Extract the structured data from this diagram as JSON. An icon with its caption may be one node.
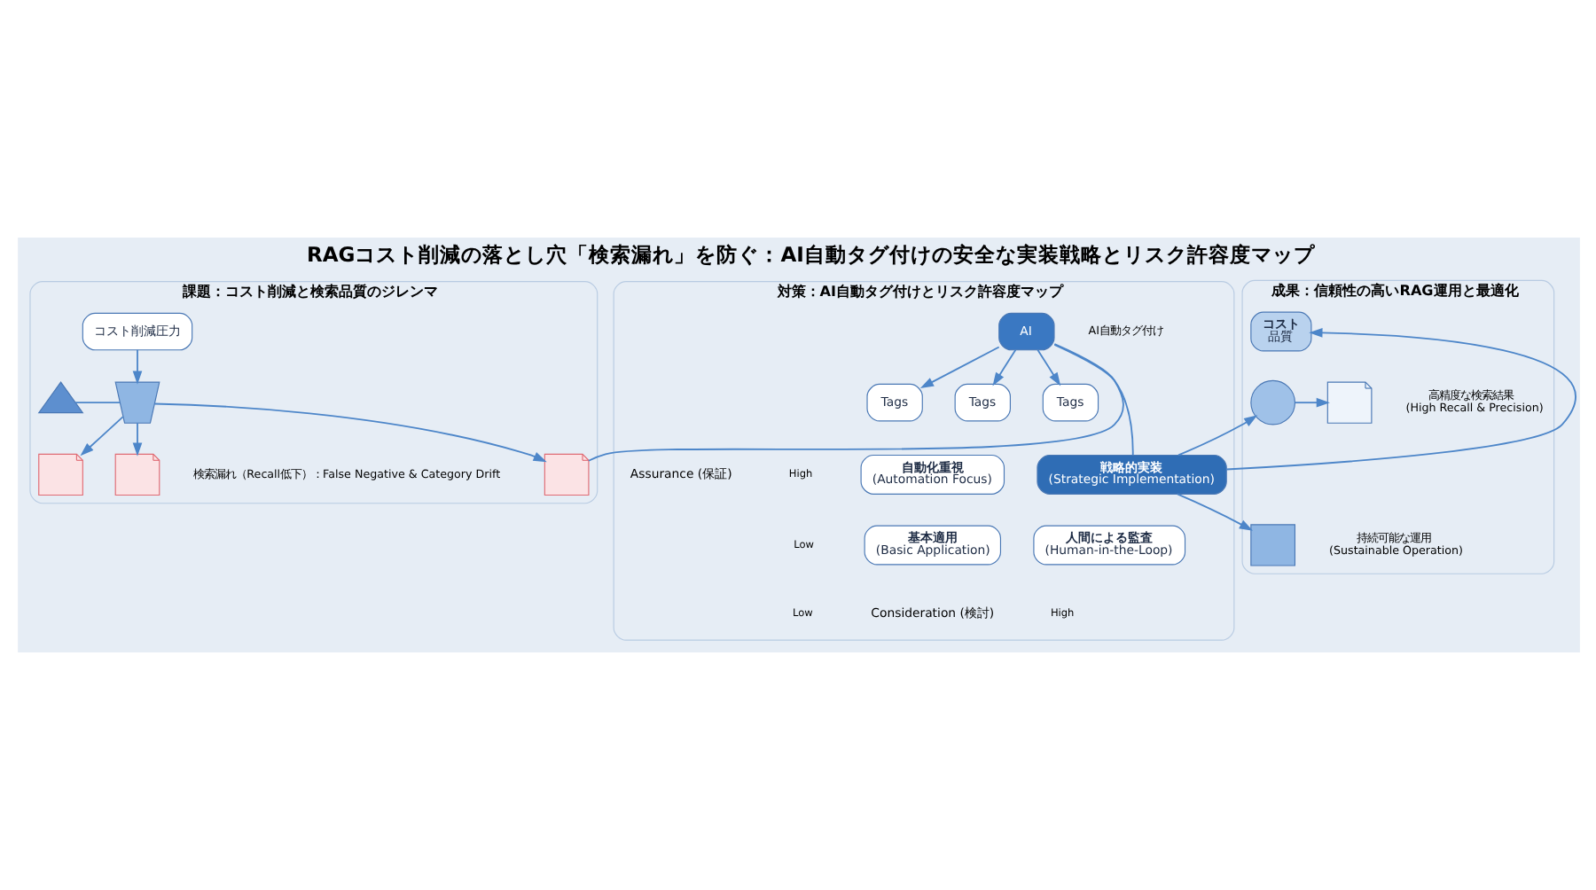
{
  "diagram": {
    "title": "RAGコスト削減の落とし穴「検索漏れ」を防ぐ：AI自動タグ付けの安全な実装戦略とリスク許容度マップ",
    "nodes": [
      {
        "text": [
          "課題：コスト削減と検索品質のジレンマ"
        ]
      },
      {
        "text": [
          "コスト削減圧力"
        ],
        "in": 0
      },
      {
        "text": [],
        "shape": "funnel",
        "in": 0
      },
      {
        "text": [],
        "shape": "triangle",
        "in": 0
      },
      {
        "text": [],
        "shape": "document",
        "in": 0
      },
      {
        "text": [],
        "shape": "document",
        "in": 0,
        "beside": [
          "検索漏れ（Recall低下）：False Negative & Category Drift"
        ]
      },
      {
        "text": [],
        "shape": "document",
        "in": 0
      },
      {
        "text": [
          "対策：AI自動タグ付けとリスク許容度マップ"
        ]
      },
      {
        "text": [
          "AI"
        ],
        "in": 7,
        "beside": [
          "AI自動タグ付け"
        ]
      },
      {
        "text": [
          "Tags"
        ],
        "in": 7
      },
      {
        "text": [
          "Tags"
        ],
        "in": 7
      },
      {
        "text": [
          "Tags"
        ],
        "in": 7
      },
      {
        "text": [
          "自動化重視",
          "(Automation Focus)"
        ],
        "in": 7
      },
      {
        "text": [
          "戦略的実装",
          "(Strategic Implementation)"
        ],
        "in": 7
      },
      {
        "text": [
          "基本適用",
          "(Basic Application)"
        ],
        "in": 7
      },
      {
        "text": [
          "人間による監査",
          "(Human-in-the-Loop)"
        ],
        "in": 7
      },
      {
        "text": [
          "成果：信頼性の高いRAG運用と最適化"
        ]
      },
      {
        "text": [
          "コスト",
          "品質"
        ],
        "in": 16
      },
      {
        "text": [],
        "shape": "circle",
        "in": 16
      },
      {
        "text": [],
        "shape": "document",
        "in": 16,
        "beside": [
          "高精度な検索結果",
          "(High Recall & Precision)"
        ]
      },
      {
        "text": [],
        "shape": "bar",
        "in": 16,
        "beside": [
          "持続可能な運用",
          "(Sustainable Operation)"
        ]
      }
    ],
    "edges": [
      {
        "from": 1,
        "to": 2,
        "arrow": "to"
      },
      {
        "from": 3,
        "to": 2,
        "arrow": "none"
      },
      {
        "from": 2,
        "to": 4,
        "arrow": "to"
      },
      {
        "from": 2,
        "to": 5,
        "arrow": "to"
      },
      {
        "from": 2,
        "to": 6,
        "arrow": "to"
      },
      {
        "from": 6,
        "to": 8,
        "arrow": "none"
      },
      {
        "from": 8,
        "to": 9,
        "arrow": "to"
      },
      {
        "from": 8,
        "to": 10,
        "arrow": "to"
      },
      {
        "from": 8,
        "to": 11,
        "arrow": "to"
      },
      {
        "from": 8,
        "to": 13,
        "arrow": "none"
      },
      {
        "from": 13,
        "to": 17,
        "arrow": "to"
      },
      {
        "from": 13,
        "to": 18,
        "arrow": "to"
      },
      {
        "from": 13,
        "to": 20,
        "arrow": "to"
      },
      {
        "from": 18,
        "to": 19,
        "arrow": "to"
      }
    ],
    "labels": [
      "High",
      "Assurance (保証)",
      "Low",
      "Low",
      "High",
      "Consideration (検討)"
    ]
  }
}
